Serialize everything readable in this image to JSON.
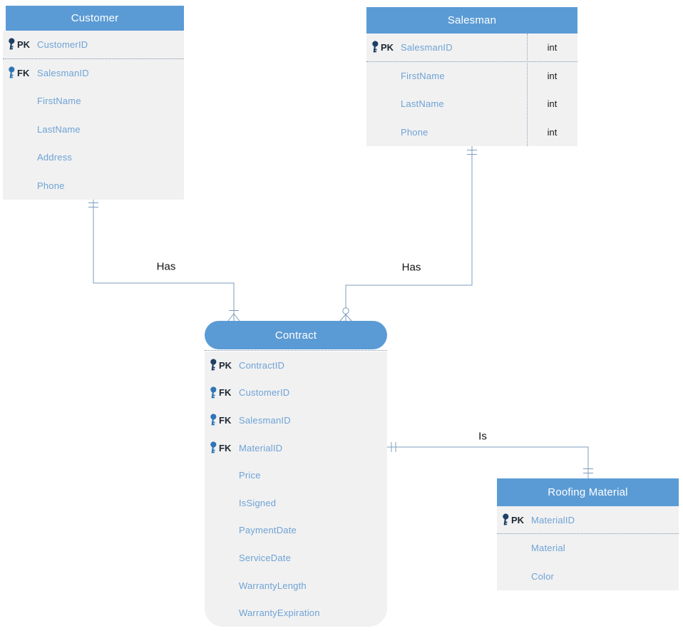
{
  "colors": {
    "entity_header": "#5B9BD5",
    "entity_body": "#F1F1F2",
    "field_text": "#6FA3D4",
    "pk_key_icon": "#1e3f66",
    "fk_key_icon": "#2e75b6",
    "key_label_text": "#1c2733",
    "type_text": "#1a1a1a",
    "connector_line": "#7D9CBF",
    "separator_dotted": "#7E93A9",
    "canvas_background": "#ffffff"
  },
  "entities": [
    {
      "name": "Customer",
      "fields": [
        {
          "key": "PK",
          "name": "CustomerID"
        },
        {
          "key": "FK",
          "name": "SalesmanID"
        },
        {
          "name": "FirstName"
        },
        {
          "name": "LastName"
        },
        {
          "name": "Address"
        },
        {
          "name": "Phone"
        }
      ]
    },
    {
      "name": "Salesman",
      "fields": [
        {
          "key": "PK",
          "name": "SalesmanID",
          "type": "int"
        },
        {
          "name": "FirstName",
          "type": "int"
        },
        {
          "name": "LastName",
          "type": "int"
        },
        {
          "name": "Phone",
          "type": "int"
        }
      ]
    },
    {
      "name": "Contract",
      "fields": [
        {
          "key": "PK",
          "name": "ContractID"
        },
        {
          "key": "FK",
          "name": "CustomerID"
        },
        {
          "key": "FK",
          "name": "SalesmanID"
        },
        {
          "key": "FK",
          "name": "MaterialID"
        },
        {
          "name": "Price"
        },
        {
          "name": "IsSigned"
        },
        {
          "name": "PaymentDate"
        },
        {
          "name": "ServiceDate"
        },
        {
          "name": "WarrantyLength"
        },
        {
          "name": "WarrantyExpiration"
        }
      ]
    },
    {
      "name": "Roofing Material",
      "fields": [
        {
          "key": "PK",
          "name": "MaterialID"
        },
        {
          "name": "Material"
        },
        {
          "name": "Color"
        }
      ]
    }
  ],
  "relationships": [
    {
      "label": "Has",
      "from": "Customer",
      "to": "Contract",
      "from_cardinality": "one-and-only-one",
      "to_cardinality": "one-or-many"
    },
    {
      "label": "Has",
      "from": "Salesman",
      "to": "Contract",
      "from_cardinality": "one-and-only-one",
      "to_cardinality": "zero-or-many"
    },
    {
      "label": "Is",
      "from": "Contract",
      "to": "Roofing Material",
      "from_cardinality": "one-and-only-one",
      "to_cardinality": "one-and-only-one"
    }
  ]
}
